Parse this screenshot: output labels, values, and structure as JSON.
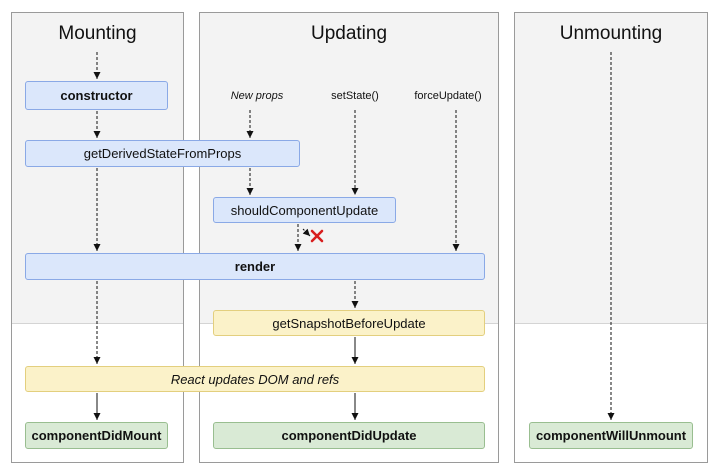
{
  "phases": {
    "mounting": "Mounting",
    "updating": "Updating",
    "unmounting": "Unmounting"
  },
  "triggers": {
    "new_props": "New props",
    "set_state": "setState()",
    "force_update": "forceUpdate()"
  },
  "methods": {
    "constructor": "constructor",
    "get_derived_state": "getDerivedStateFromProps",
    "should_update": "shouldComponentUpdate",
    "render": "render",
    "get_snapshot": "getSnapshotBeforeUpdate",
    "react_updates": "React updates DOM and refs",
    "did_mount": "componentDidMount",
    "did_update": "componentDidUpdate",
    "will_unmount": "componentWillUnmount"
  },
  "colors": {
    "blue_box": "#dbe7fb",
    "yellow_box": "#fbf2c9",
    "green_box": "#d9ead5",
    "cancel_mark": "#d81e1e"
  }
}
